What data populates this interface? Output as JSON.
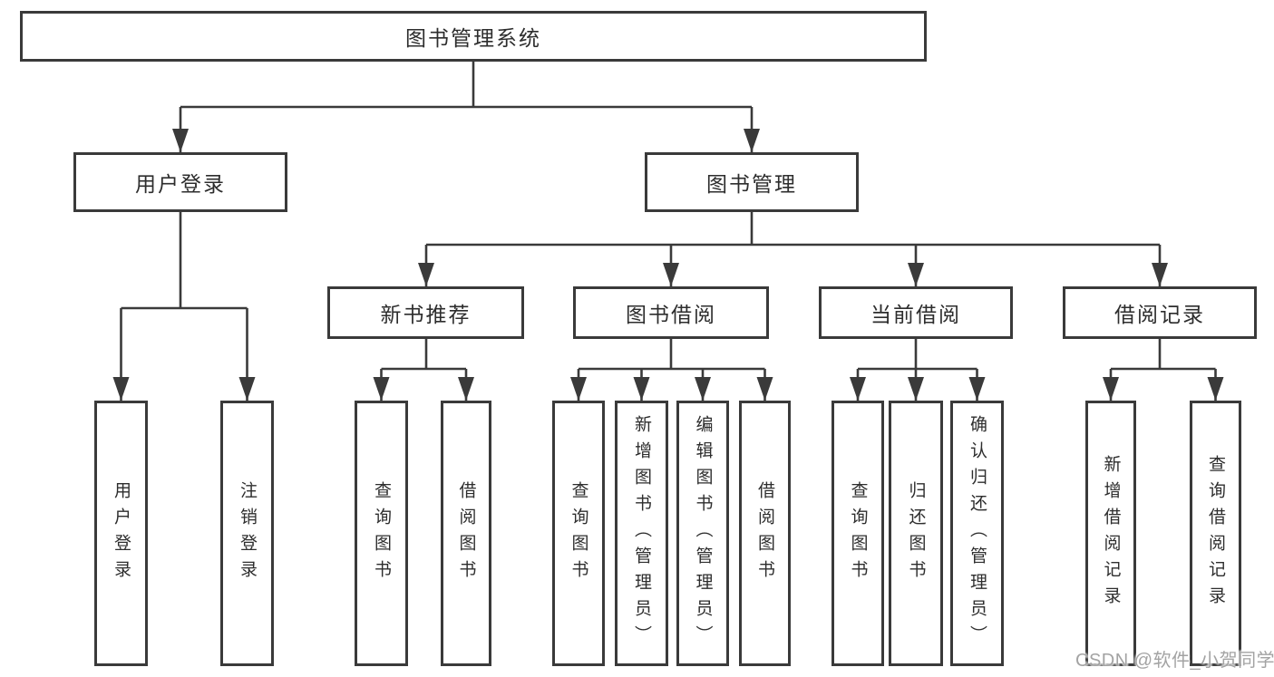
{
  "diagram_title": "图书管理系统",
  "nodes": {
    "root": "图书管理系统",
    "userLogin": "用户登录",
    "bookMgmt": "图书管理",
    "newBookRec": "新书推荐",
    "bookBorrow": "图书借阅",
    "currentBorrow": "当前借阅",
    "borrowRecord": "借阅记录",
    "leafUserLogin": "用户登录",
    "leafLogout": "注销登录",
    "recQueryBook": "查询图书",
    "recBorrowBook": "借阅图书",
    "bbQueryBook": "查询图书",
    "bbAddBook": "新增图书（管理员）",
    "bbEditBook": "编辑图书（管理员）",
    "bbBorrowBook": "借阅图书",
    "cbQueryBook": "查询图书",
    "cbReturnBook": "归还图书",
    "cbConfirmReturn": "确认归还（管理员）",
    "brAddRecord": "新增借阅记录",
    "brQueryRecord": "查询借阅记录"
  },
  "hierarchy": {
    "图书管理系统": {
      "用户登录": [
        "用户登录",
        "注销登录"
      ],
      "图书管理": {
        "新书推荐": [
          "查询图书",
          "借阅图书"
        ],
        "图书借阅": [
          "查询图书",
          "新增图书（管理员）",
          "编辑图书（管理员）",
          "借阅图书"
        ],
        "当前借阅": [
          "查询图书",
          "归还图书",
          "确认归还（管理员）"
        ],
        "借阅记录": [
          "新增借阅记录",
          "查询借阅记录"
        ]
      }
    }
  },
  "watermark": {
    "text": "CSDN @软件_小贺同学"
  },
  "colors": {
    "line": "#3a3a3a",
    "text": "#2d2d2d",
    "watermark": "#a3a3a3",
    "background": "#ffffff"
  }
}
